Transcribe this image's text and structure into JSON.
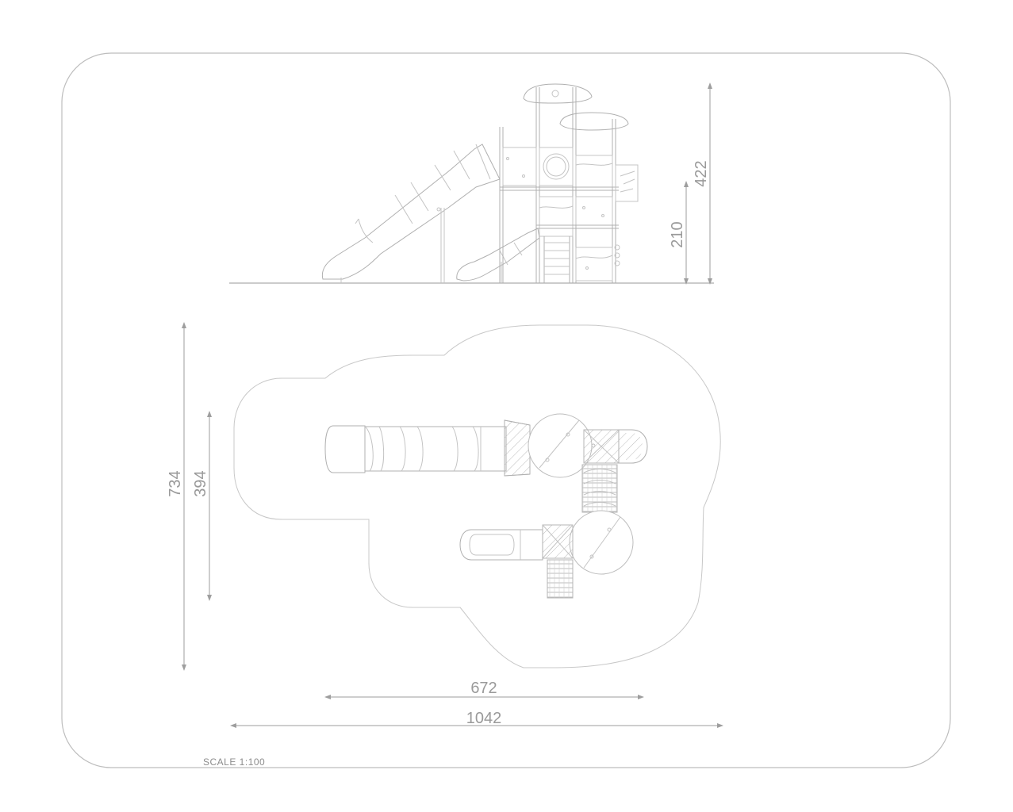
{
  "drawing": {
    "scale_label": "SCALE 1:100",
    "dimensions": {
      "total_height": "422",
      "platform_height": "210",
      "plan_depth_total": "734",
      "plan_depth_structure": "394",
      "plan_width_structure": "672",
      "plan_width_total": "1042"
    },
    "colors": {
      "line": "#c4c4c4",
      "dimension": "#9e9e9e",
      "text": "#9a9a9a",
      "background": "#ffffff"
    }
  }
}
